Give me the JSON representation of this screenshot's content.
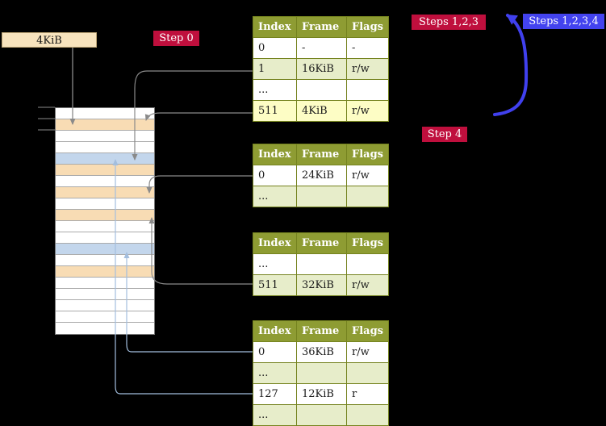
{
  "frame_size_label": "4KiB",
  "labels": {
    "step0": "Step 0",
    "steps123": "Steps 1,2,3",
    "steps1234": "Steps 1,2,3,4",
    "step4": "Step 4"
  },
  "colors": {
    "background": "#000000",
    "table_header_bg": "#8e9c33",
    "table_border": "#75831f",
    "row_green": "#e7edca",
    "row_yellow": "#fdfdc5",
    "mem_cream": "#f8dcb4",
    "mem_blue": "#c3d6ec",
    "chip_bg": "#f7e3bd",
    "badge_crimson": "#bf0f3d",
    "badge_blue": "#4343ef",
    "arrow_grey": "#8a8a8a",
    "arrow_lightblue": "#a3bede",
    "arrow_blue": "#4040ee"
  },
  "memory": {
    "rows": [
      "free",
      "table",
      "free",
      "free",
      "page",
      "table",
      "free",
      "table",
      "free",
      "table",
      "free",
      "free",
      "page",
      "free",
      "table",
      "free",
      "free",
      "free",
      "free",
      "free"
    ]
  },
  "tables": [
    {
      "name": "page-table-level-4",
      "headers": [
        "Index",
        "Frame",
        "Flags"
      ],
      "rows": [
        {
          "index": "0",
          "frame": "-",
          "flags": "-",
          "bg": "white"
        },
        {
          "index": "1",
          "frame": "16KiB",
          "flags": "r/w",
          "bg": "green"
        },
        {
          "index": "...",
          "frame": "",
          "flags": "",
          "bg": "white"
        },
        {
          "index": "511",
          "frame": "4KiB",
          "flags": "r/w",
          "bg": "yellow"
        }
      ]
    },
    {
      "name": "page-table-level-3",
      "headers": [
        "Index",
        "Frame",
        "Flags"
      ],
      "rows": [
        {
          "index": "0",
          "frame": "24KiB",
          "flags": "r/w",
          "bg": "white"
        },
        {
          "index": "...",
          "frame": "",
          "flags": "",
          "bg": "green"
        }
      ]
    },
    {
      "name": "page-table-level-2",
      "headers": [
        "Index",
        "Frame",
        "Flags"
      ],
      "rows": [
        {
          "index": "...",
          "frame": "",
          "flags": "",
          "bg": "white"
        },
        {
          "index": "511",
          "frame": "32KiB",
          "flags": "r/w",
          "bg": "green"
        }
      ]
    },
    {
      "name": "page-table-level-1",
      "headers": [
        "Index",
        "Frame",
        "Flags"
      ],
      "rows": [
        {
          "index": "0",
          "frame": "36KiB",
          "flags": "r/w",
          "bg": "white"
        },
        {
          "index": "...",
          "frame": "",
          "flags": "",
          "bg": "green"
        },
        {
          "index": "127",
          "frame": "12KiB",
          "flags": "r",
          "bg": "white"
        },
        {
          "index": "...",
          "frame": "",
          "flags": "",
          "bg": "green"
        }
      ]
    }
  ]
}
